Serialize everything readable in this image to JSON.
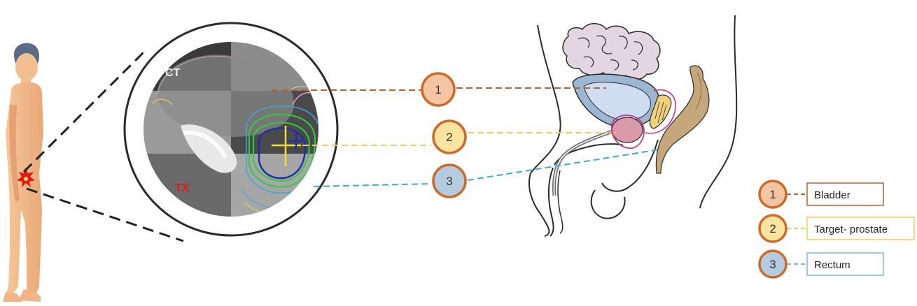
{
  "scan_labels": {
    "ct": "CT",
    "tx": "TX"
  },
  "markers": [
    {
      "number": "1",
      "color": "#f5c5a3"
    },
    {
      "number": "2",
      "color": "#fde3a0"
    },
    {
      "number": "3",
      "color": "#b5cbe0"
    }
  ],
  "legend": [
    {
      "number": "1",
      "label": "Bladder",
      "box_color": "#b5652a",
      "fill": "#f5c5a3"
    },
    {
      "number": "2",
      "label": "Target- prostate",
      "box_color": "#f0cd55",
      "fill": "#fde3a0"
    },
    {
      "number": "3",
      "label": "Rectum",
      "box_color": "#7fb7dc",
      "fill": "#b5cbe0"
    }
  ],
  "colors": {
    "marker_ring": "#cc6a2a",
    "bladder_line": "#b5652a",
    "prostate_line": "#f0cd55",
    "rectum_line": "#3aa8dc",
    "ct_label": "#eeeeee",
    "tx_label": "#e01818"
  }
}
